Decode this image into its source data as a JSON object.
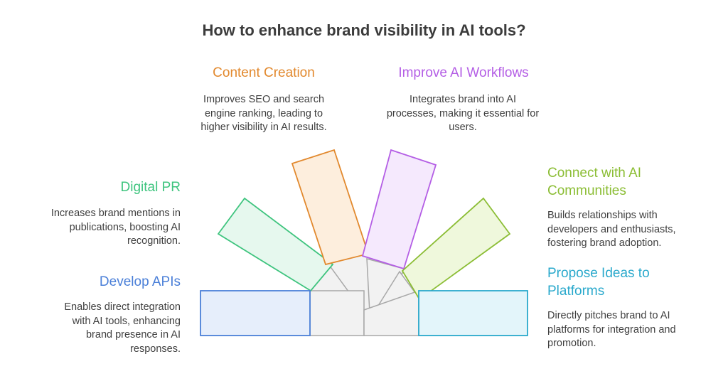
{
  "title": "How to enhance brand visibility in AI tools?",
  "items": [
    {
      "key": "content",
      "label": "Content Creation",
      "description": "Improves SEO and search engine ranking, leading to higher visibility in AI results.",
      "color": "#e2892e",
      "fill": "#fdeedd"
    },
    {
      "key": "workflows",
      "label": "Improve AI Workflows",
      "description": "Integrates brand into AI processes, making it essential for users.",
      "color": "#b45ee5",
      "fill": "#f5e9fd"
    },
    {
      "key": "digitalpr",
      "label": "Digital PR",
      "description": "Increases brand mentions in publications, boosting AI recognition.",
      "color": "#3ec47e",
      "fill": "#e6f8ee"
    },
    {
      "key": "communities",
      "label_lines": [
        "Connect with AI",
        "Communities"
      ],
      "description": "Builds relationships with developers and enthusiasts, fostering brand adoption.",
      "color": "#8bbd34",
      "fill": "#eff8dc"
    },
    {
      "key": "apis",
      "label": "Develop APIs",
      "description": "Enables direct integration with AI tools, enhancing brand presence in AI responses.",
      "color": "#4a7fd8",
      "fill": "#e6eefb"
    },
    {
      "key": "platforms",
      "label_lines": [
        "Propose Ideas to",
        "Platforms"
      ],
      "description": "Directly pitches brand to AI platforms for integration and promotion.",
      "color": "#2aa9cc",
      "fill": "#e3f5fa"
    }
  ],
  "colors": {
    "connector_stroke": "#a8a8a8",
    "connector_fill": "#f2f2f2"
  }
}
